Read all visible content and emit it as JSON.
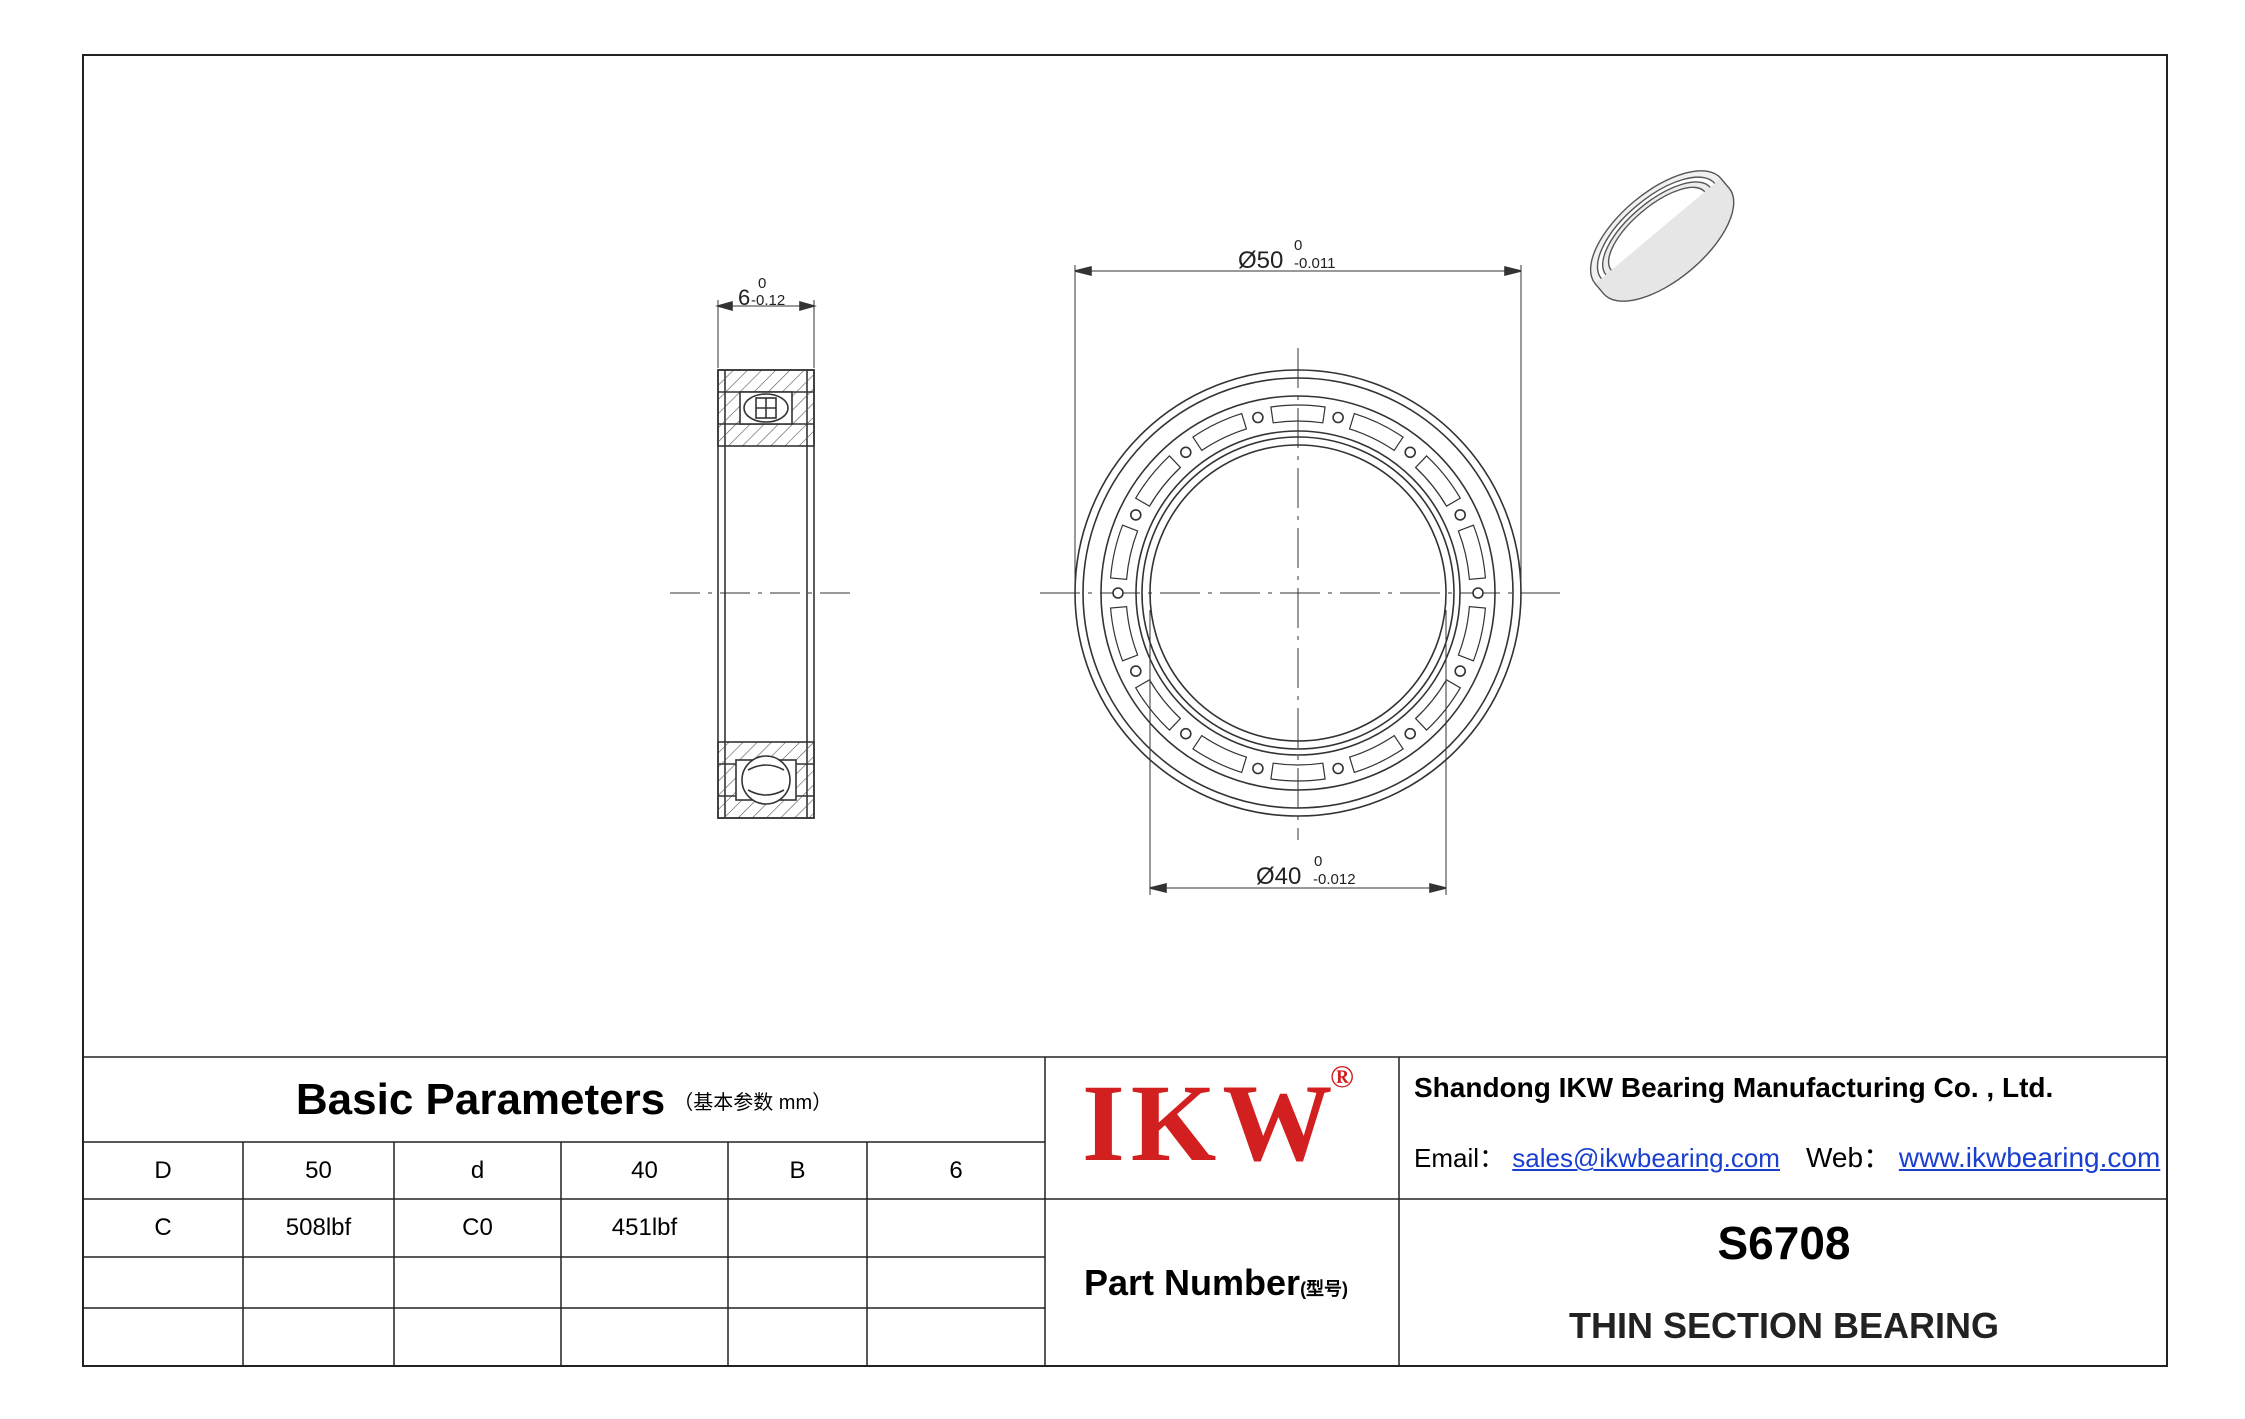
{
  "drawing": {
    "width_dim": {
      "nominal": "6",
      "upper": "0",
      "lower": "-0.12"
    },
    "outer_dim": {
      "nominal": "Ø50",
      "upper": "0",
      "lower": "-0.011"
    },
    "inner_dim": {
      "nominal": "Ø40",
      "upper": "0",
      "lower": "-0.012"
    }
  },
  "params": {
    "title": "Basic Parameters",
    "title_sub": "（基本参数 mm）",
    "rows": [
      [
        "D",
        "50",
        "d",
        "40",
        "B",
        "6"
      ],
      [
        "C",
        "508lbf",
        "C0",
        "451lbf",
        "",
        ""
      ],
      [
        "",
        "",
        "",
        "",
        "",
        ""
      ],
      [
        "",
        "",
        "",
        "",
        "",
        ""
      ]
    ]
  },
  "brand": {
    "logo": "IKW",
    "reg": "®",
    "logo_color": "#d21f1f"
  },
  "company": {
    "name": "Shandong IKW Bearing Manufacturing Co. , Ltd.",
    "email_label": "Email：",
    "email": "sales@ikwbearing.com",
    "web_label": "Web：",
    "web": "www.ikwbearing.com",
    "link_color": "#1a3fd0"
  },
  "part": {
    "label": "Part Number",
    "label_sub": "(型号)",
    "number": "S6708",
    "type": "THIN SECTION BEARING"
  }
}
